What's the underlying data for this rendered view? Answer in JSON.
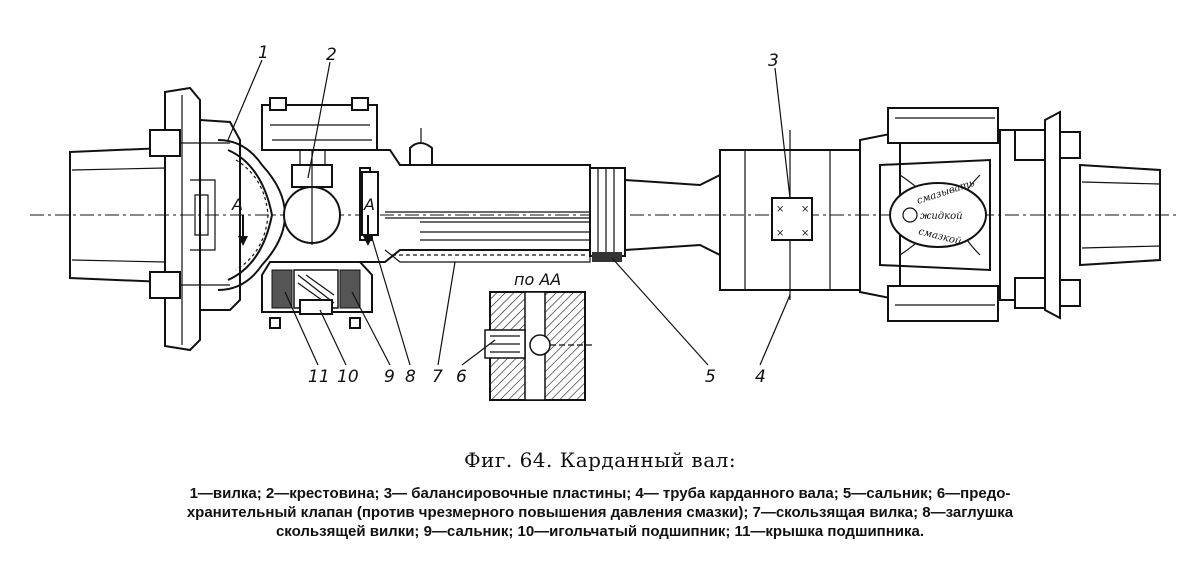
{
  "figure": {
    "title": "Фиг. 64. Карданный вал:",
    "legend_lines": [
      "1—вилка; 2—крестовина; 3— балансировочные пластины; 4— труба карданного вала; 5—сальник; 6—предо-",
      "хранительный клапан (против  чрезмерного повышения  давления смазки); 7—скользящая вилка; 8—заглушка",
      "скользящей вилки; 9—сальник; 10—игольчатый подшипник; 11—крышка подшипника."
    ]
  },
  "callouts": {
    "c1": "1",
    "c2": "2",
    "c3": "3",
    "c4": "4",
    "c5": "5",
    "c6": "6",
    "c7": "7",
    "c8": "8",
    "c9": "9",
    "c10": "10",
    "c11": "11"
  },
  "section_labels": {
    "section": "по АА",
    "arrow_left": "А",
    "arrow_right": "А"
  },
  "stamp_text": {
    "line1": "смазывать",
    "line2": "жидкой",
    "line3": "смазкой"
  }
}
